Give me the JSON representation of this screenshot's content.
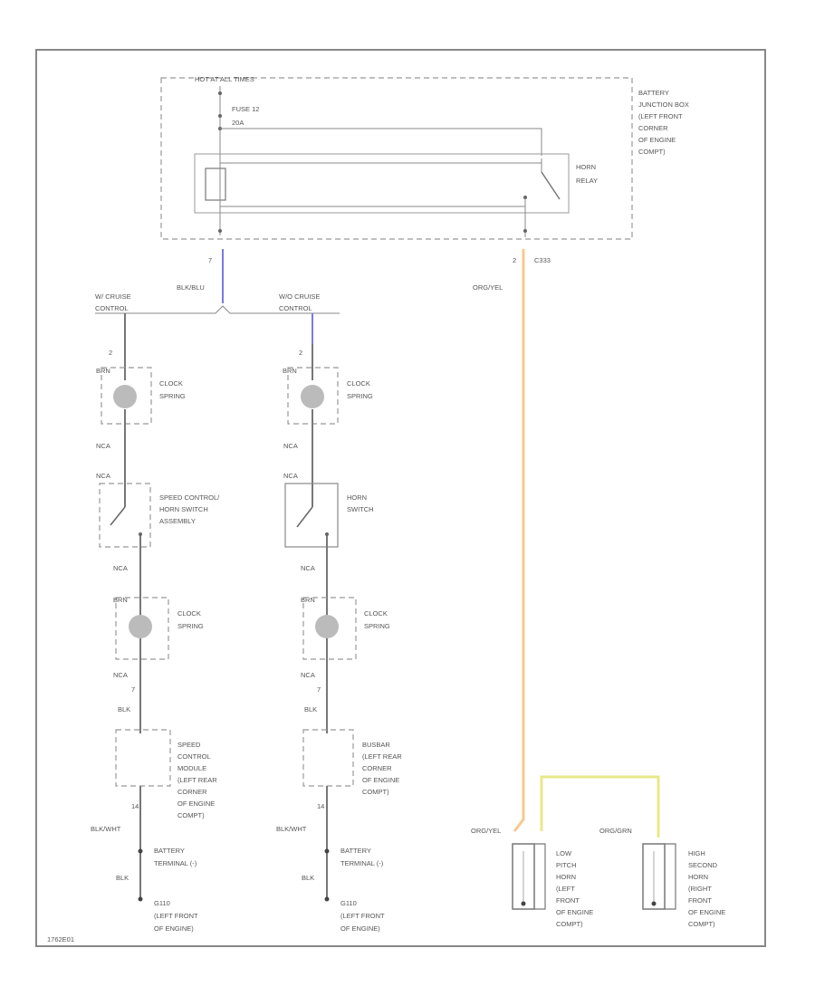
{
  "diagram": {
    "fusebox": {
      "hot_label": "HOT AT ALL TIMES",
      "fuse_label": "FUSE 12",
      "fuse_amp": "20A",
      "box_label": [
        "BATTERY",
        "JUNCTION BOX",
        "(LEFT FRONT",
        "CORNER",
        "OF ENGINE",
        "COMPT)"
      ],
      "relay_label": [
        "HORN",
        "RELAY"
      ]
    },
    "wires": {
      "left_pin": "7",
      "left_color": "BLK/BLU",
      "right_pin": "2",
      "right_conn": "C333",
      "right_color": "ORG/YEL"
    },
    "left_branch": {
      "title": [
        "W/ CRUISE",
        "CONTROL"
      ],
      "pin1": "2",
      "spring1_pin": "BRN",
      "spring1_label": [
        "CLOCK",
        "SPRING"
      ],
      "wire1": "NCA",
      "wire2": "NCA",
      "switch_label": [
        "SPEED CONTROL/",
        "HORN SWITCH",
        "ASSEMBLY"
      ],
      "wire3": "NCA",
      "spring2_pin": "BRN",
      "spring2_label": [
        "CLOCK",
        "SPRING"
      ],
      "wire4": "NCA",
      "pin2": "7",
      "wire5": "BLK",
      "module_label": [
        "SPEED",
        "CONTROL",
        "MODULE",
        "(LEFT REAR",
        "CORNER",
        "OF ENGINE",
        "COMPT)"
      ],
      "pin3": "14",
      "wire6": "BLK/WHT",
      "term_label": [
        "BATTERY",
        "TERMINAL (-)"
      ],
      "wire7": "BLK",
      "gnd_label": [
        "G110",
        "(LEFT FRONT",
        "OF ENGINE)"
      ]
    },
    "right_branch": {
      "title": [
        "W/O CRUISE",
        "CONTROL"
      ],
      "pin1": "2",
      "spring1_pin": "BRN",
      "spring1_label": [
        "CLOCK",
        "SPRING"
      ],
      "wire1": "NCA",
      "wire2": "NCA",
      "switch_label": [
        "HORN",
        "SWITCH"
      ],
      "wire3": "NCA",
      "spring2_pin": "BRN",
      "spring2_label": [
        "CLOCK",
        "SPRING"
      ],
      "wire4": "NCA",
      "pin2": "7",
      "wire5": "BLK",
      "module_label": [
        "BUSBAR",
        "(LEFT REAR",
        "CORNER",
        "OF ENGINE",
        "COMPT)"
      ],
      "pin3": "14",
      "wire6": "BLK/WHT",
      "term_label": [
        "BATTERY",
        "TERMINAL (-)"
      ],
      "wire7": "BLK",
      "gnd_label": [
        "G110",
        "(LEFT FRONT",
        "OF ENGINE)"
      ]
    },
    "horns": {
      "low_wire": "ORG/YEL",
      "high_wire": "ORG/GRN",
      "low_label": [
        "LOW",
        "PITCH",
        "HORN",
        "(LEFT",
        "FRONT",
        "OF ENGINE",
        "COMPT)"
      ],
      "high_label": [
        "HIGH",
        "SECOND",
        "HORN",
        "(RIGHT",
        "FRONT",
        "OF ENGINE",
        "COMPT)"
      ]
    },
    "figure_id": "1762E01"
  }
}
